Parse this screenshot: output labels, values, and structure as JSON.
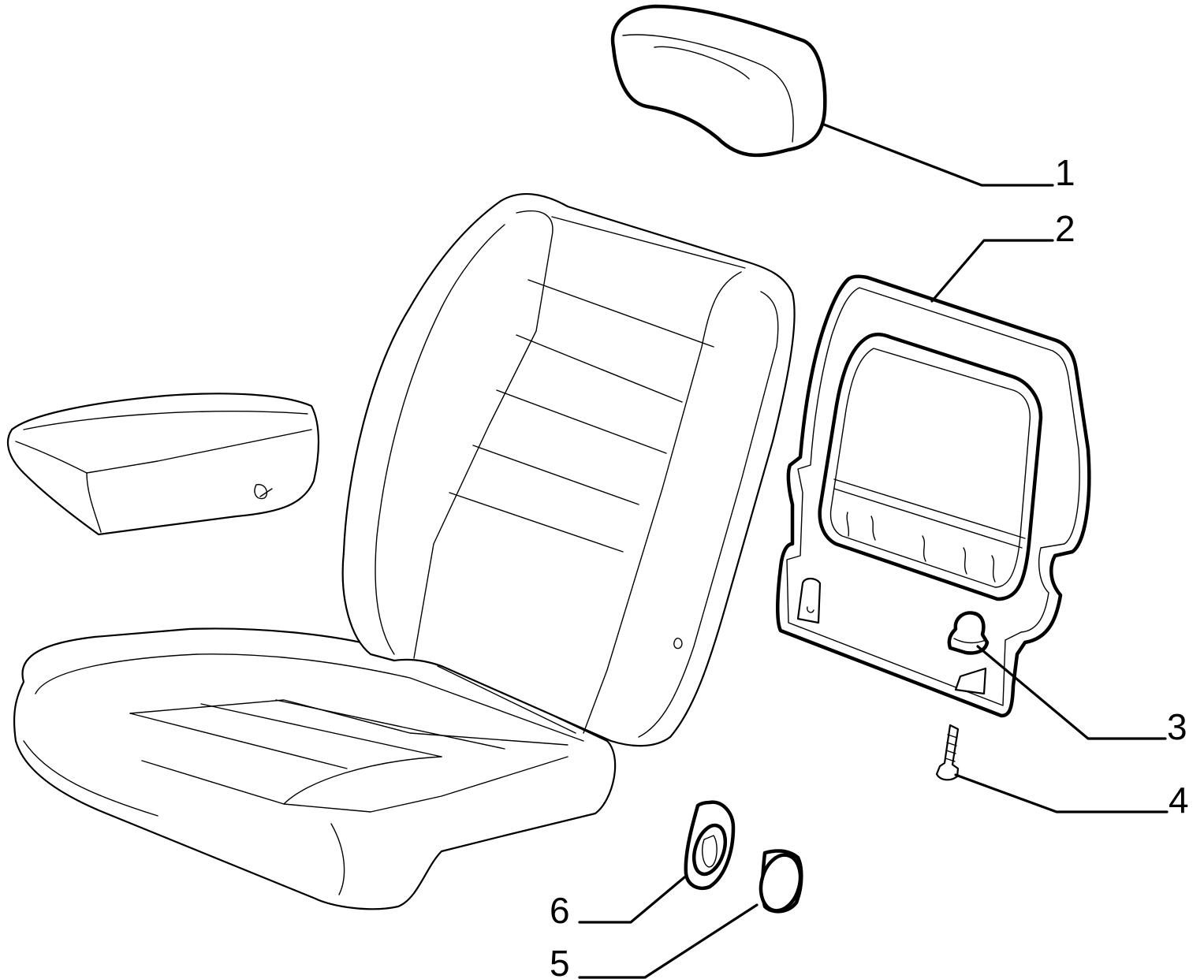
{
  "colors": {
    "line": "#000000",
    "background": "#ffffff"
  },
  "callouts": [
    {
      "id": "headrest",
      "number": "1"
    },
    {
      "id": "backrest-frame-panel",
      "number": "2"
    },
    {
      "id": "clip-nut",
      "number": "3"
    },
    {
      "id": "screw",
      "number": "4"
    },
    {
      "id": "cap",
      "number": "5"
    },
    {
      "id": "trim-ring",
      "number": "6"
    }
  ]
}
